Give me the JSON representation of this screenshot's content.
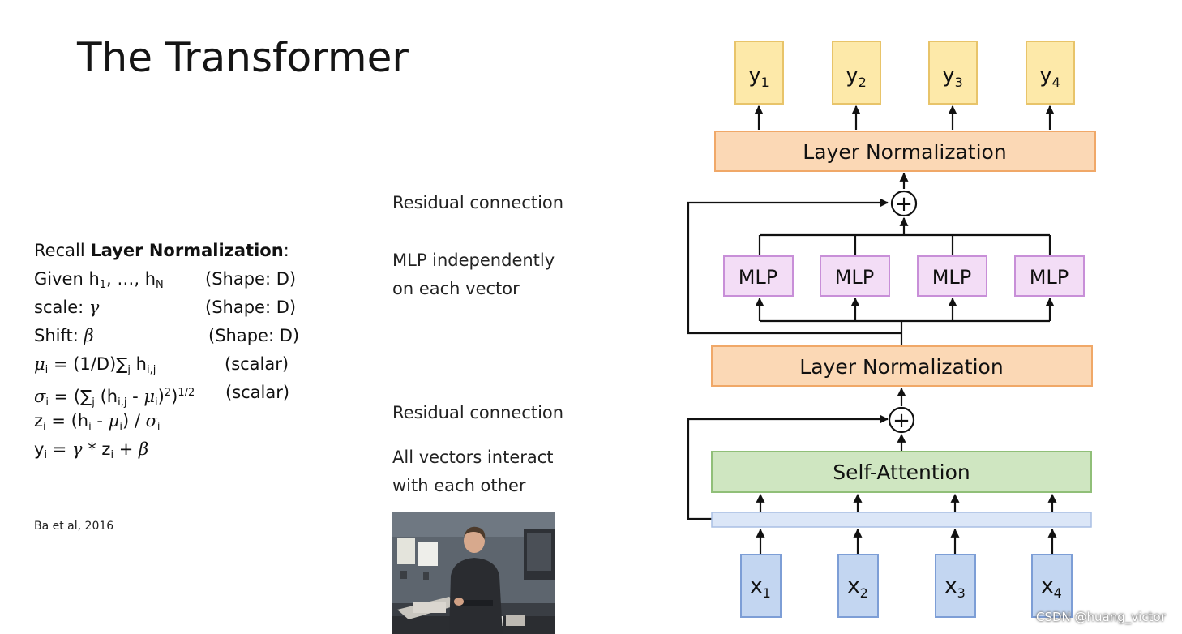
{
  "title": "The Transformer",
  "recall": {
    "intro_prefix": "Recall ",
    "intro_bold": "Layer Normalization",
    "intro_suffix": ":",
    "given_prefix": "Given h",
    "given_sub1": "1",
    "given_mid": ", …, h",
    "given_subN": "N",
    "shape_label": "(Shape: D)",
    "scale_prefix": "scale: ",
    "gamma": "γ",
    "shift_prefix": "Shift: ",
    "beta": "β",
    "mu": "μ",
    "sigma": "σ",
    "sub_i": "i",
    "sub_j": "j",
    "sub_ij": "i,j",
    "mean_mid": " = (1/D)∑",
    "mean_tail": " h",
    "scalar_label": "(scalar)",
    "std_mid": " = (∑",
    "std_open": " (h",
    "std_minus": " - ",
    "std_close": ")",
    "sup_2": "2",
    "std_close2": ")",
    "sup_half": "1/2",
    "z_prefix": "z",
    "z_mid": " = (h",
    "z_minus": " - ",
    "z_close": ") / ",
    "y_prefix": "y",
    "y_mid": " = ",
    "y_times": " * z",
    "y_plus": " + "
  },
  "citation": "Ba et al, 2016",
  "notes": {
    "residual_top": "Residual connection",
    "mlp_line1": "MLP independently",
    "mlp_line2": "on each vector",
    "residual_bottom": "Residual connection",
    "vectors_line1": "All vectors interact",
    "vectors_line2": "with each other"
  },
  "diagram": {
    "outputs": [
      {
        "base": "y",
        "sub": "1"
      },
      {
        "base": "y",
        "sub": "2"
      },
      {
        "base": "y",
        "sub": "3"
      },
      {
        "base": "y",
        "sub": "4"
      }
    ],
    "inputs": [
      {
        "base": "x",
        "sub": "1"
      },
      {
        "base": "x",
        "sub": "2"
      },
      {
        "base": "x",
        "sub": "3"
      },
      {
        "base": "x",
        "sub": "4"
      }
    ],
    "layer_norm_top": "Layer Normalization",
    "layer_norm_bottom": "Layer Normalization",
    "mlp_labels": [
      "MLP",
      "MLP",
      "MLP",
      "MLP"
    ],
    "self_attention": "Self-Attention",
    "plus_symbol": "+"
  },
  "watermark": "CSDN @huang_victor",
  "colors": {
    "output_fill": "#fde9a9",
    "output_stroke": "#e8c46a",
    "layernorm_fill": "#fbd8b5",
    "layernorm_stroke": "#f0a868",
    "mlp_fill": "#f3ddf6",
    "mlp_stroke": "#c88fd8",
    "attention_fill": "#cfe6c1",
    "attention_stroke": "#90bf78",
    "bar_fill": "#dbe6f7",
    "bar_stroke": "#a9bfe4",
    "input_fill": "#c3d6f1",
    "input_stroke": "#7d9ed6"
  }
}
